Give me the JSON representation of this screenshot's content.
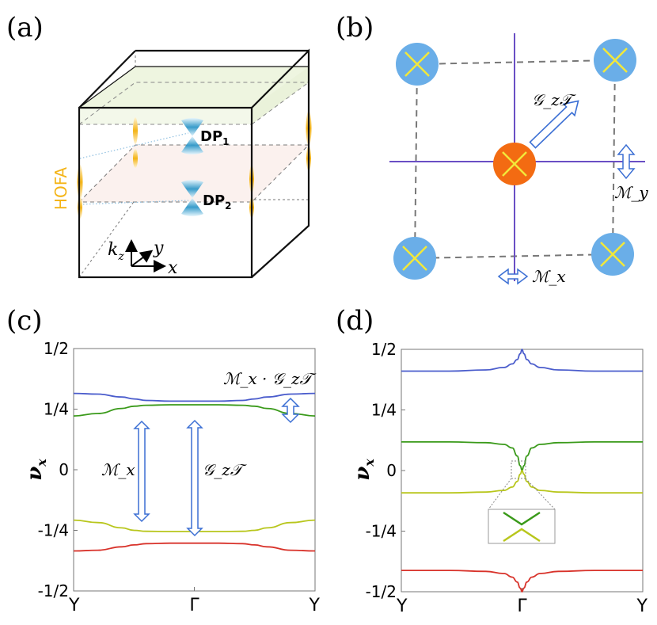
{
  "panels": {
    "a": {
      "label": "(a)",
      "hofa_label": "HOFA",
      "dp1_base": "DP",
      "dp1_sub": "1",
      "dp2_base": "DP",
      "dp2_sub": "2",
      "axis_kz_base": "k",
      "axis_kz_sub": "z",
      "axis_y": "y",
      "axis_x": "x"
    },
    "b": {
      "label": "(b)",
      "op_diag": "𝒢_z𝒯",
      "op_my": "ℳ_y",
      "op_mx": "ℳ_x",
      "colors": {
        "corner": "#6aaee8",
        "center": "#f36b12",
        "cross": "#f2e83a",
        "axes": "#6a4fc4",
        "arrows": "#3b6fd4"
      }
    },
    "c": {
      "label": "(c)",
      "ylabel": "ν",
      "ylabel_sub": "x",
      "op_top": "ℳ_x · 𝒢_z𝒯",
      "op_mx": "ℳ_x",
      "op_gzt": "𝒢_z𝒯"
    },
    "d": {
      "label": "(d)",
      "ylabel": "ν",
      "ylabel_sub": "x"
    }
  },
  "chart_data": [
    {
      "id": "c",
      "type": "line",
      "xlabel": "",
      "ylabel": "ν_x",
      "x": [
        -1,
        -0.8,
        -0.6,
        -0.5,
        -0.4,
        -0.2,
        0,
        0.2,
        0.4,
        0.5,
        0.6,
        0.8,
        1
      ],
      "xticks": [
        {
          "pos": -1,
          "label": "Y"
        },
        {
          "pos": 0,
          "label": "Γ"
        },
        {
          "pos": 1,
          "label": "Y"
        }
      ],
      "yticks": [
        {
          "pos": -0.5,
          "label": "-1/2"
        },
        {
          "pos": -0.25,
          "label": "-1/4"
        },
        {
          "pos": 0,
          "label": "0"
        },
        {
          "pos": 0.25,
          "label": "1/4"
        },
        {
          "pos": 0.5,
          "label": "1/2"
        }
      ],
      "ylim": [
        -0.5,
        0.5
      ],
      "series": [
        {
          "color": "#4a5ccc",
          "values": [
            0.315,
            0.312,
            0.3,
            0.292,
            0.286,
            0.283,
            0.283,
            0.283,
            0.286,
            0.292,
            0.3,
            0.312,
            0.315
          ]
        },
        {
          "color": "#3a9a1a",
          "values": [
            0.222,
            0.232,
            0.253,
            0.262,
            0.266,
            0.268,
            0.268,
            0.268,
            0.266,
            0.262,
            0.253,
            0.232,
            0.222
          ]
        },
        {
          "color": "#b8c61c",
          "values": [
            -0.208,
            -0.218,
            -0.24,
            -0.25,
            -0.254,
            -0.255,
            -0.255,
            -0.255,
            -0.254,
            -0.25,
            -0.24,
            -0.218,
            -0.208
          ]
        },
        {
          "color": "#d8322a",
          "values": [
            -0.335,
            -0.332,
            -0.318,
            -0.31,
            -0.305,
            -0.303,
            -0.303,
            -0.303,
            -0.305,
            -0.31,
            -0.318,
            -0.332,
            -0.335
          ]
        }
      ]
    },
    {
      "id": "d",
      "type": "line",
      "xlabel": "",
      "ylabel": "ν_x",
      "x": [
        -1,
        -0.6,
        -0.3,
        -0.15,
        -0.08,
        -0.04,
        -0.015,
        0,
        0.015,
        0.04,
        0.08,
        0.15,
        0.3,
        0.6,
        1
      ],
      "xticks": [
        {
          "pos": -1,
          "label": "Y"
        },
        {
          "pos": 0,
          "label": "Γ"
        },
        {
          "pos": 1,
          "label": "Y"
        }
      ],
      "yticks": [
        {
          "pos": -0.5,
          "label": "-1/2"
        },
        {
          "pos": -0.25,
          "label": "-1/4"
        },
        {
          "pos": 0,
          "label": "0"
        },
        {
          "pos": 0.25,
          "label": "1/4"
        },
        {
          "pos": 0.5,
          "label": "1/2"
        }
      ],
      "ylim": [
        -0.5,
        0.5
      ],
      "series": [
        {
          "color": "#4a5ccc",
          "values": [
            0.41,
            0.41,
            0.415,
            0.425,
            0.44,
            0.458,
            0.482,
            0.5,
            0.482,
            0.458,
            0.44,
            0.425,
            0.415,
            0.41,
            0.41
          ]
        },
        {
          "color": "#3a9a1a",
          "values": [
            0.118,
            0.118,
            0.115,
            0.108,
            0.093,
            0.06,
            0.02,
            0.0,
            0.02,
            0.06,
            0.093,
            0.108,
            0.115,
            0.118,
            0.118
          ]
        },
        {
          "color": "#b8c61c",
          "values": [
            -0.092,
            -0.092,
            -0.089,
            -0.082,
            -0.068,
            -0.045,
            -0.015,
            0.0,
            -0.015,
            -0.045,
            -0.068,
            -0.082,
            -0.089,
            -0.092,
            -0.092
          ]
        },
        {
          "color": "#d8322a",
          "values": [
            -0.412,
            -0.412,
            -0.416,
            -0.425,
            -0.44,
            -0.46,
            -0.485,
            -0.5,
            -0.485,
            -0.46,
            -0.44,
            -0.425,
            -0.416,
            -0.412,
            -0.412
          ]
        }
      ]
    }
  ]
}
